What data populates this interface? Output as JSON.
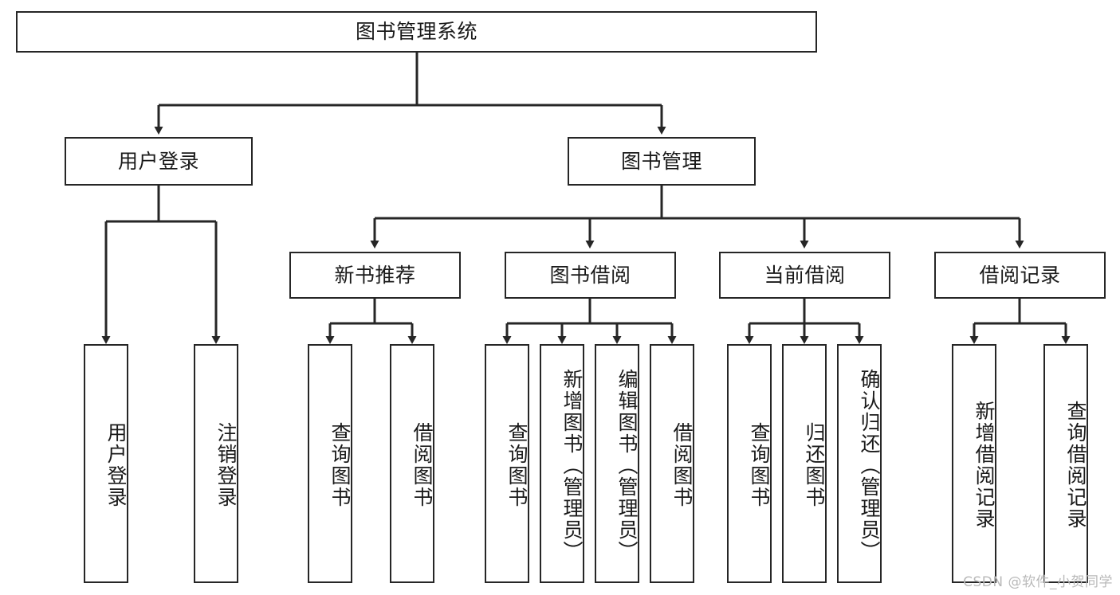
{
  "diagram": {
    "title": "图书管理系统",
    "type": "tree-hierarchy",
    "watermark": "CSDN @软件_小贺同学",
    "line_color": "#262626",
    "node_fill": "#ffffff",
    "text_color": "#1a1a1a"
  },
  "root": {
    "label": "图书管理系统"
  },
  "level2": [
    {
      "label": "用户登录"
    },
    {
      "label": "图书管理"
    }
  ],
  "level3": [
    {
      "label": "新书推荐"
    },
    {
      "label": "图书借阅"
    },
    {
      "label": "当前借阅"
    },
    {
      "label": "借阅记录"
    }
  ],
  "leaves": {
    "user_login": [
      {
        "label": "用户登录"
      },
      {
        "label": "注销登录"
      }
    ],
    "new_book_recommend": [
      {
        "label": "查询图书"
      },
      {
        "label": "借阅图书"
      }
    ],
    "book_borrow": [
      {
        "label": "查询图书"
      },
      {
        "label": "新增图书（管理员）"
      },
      {
        "label": "编辑图书（管理员）"
      },
      {
        "label": "借阅图书"
      }
    ],
    "current_borrow": [
      {
        "label": "查询图书"
      },
      {
        "label": "归还图书"
      },
      {
        "label": "确认归还（管理员）"
      }
    ],
    "borrow_record": [
      {
        "label": "新增借阅记录"
      },
      {
        "label": "查询借阅记录"
      }
    ]
  }
}
